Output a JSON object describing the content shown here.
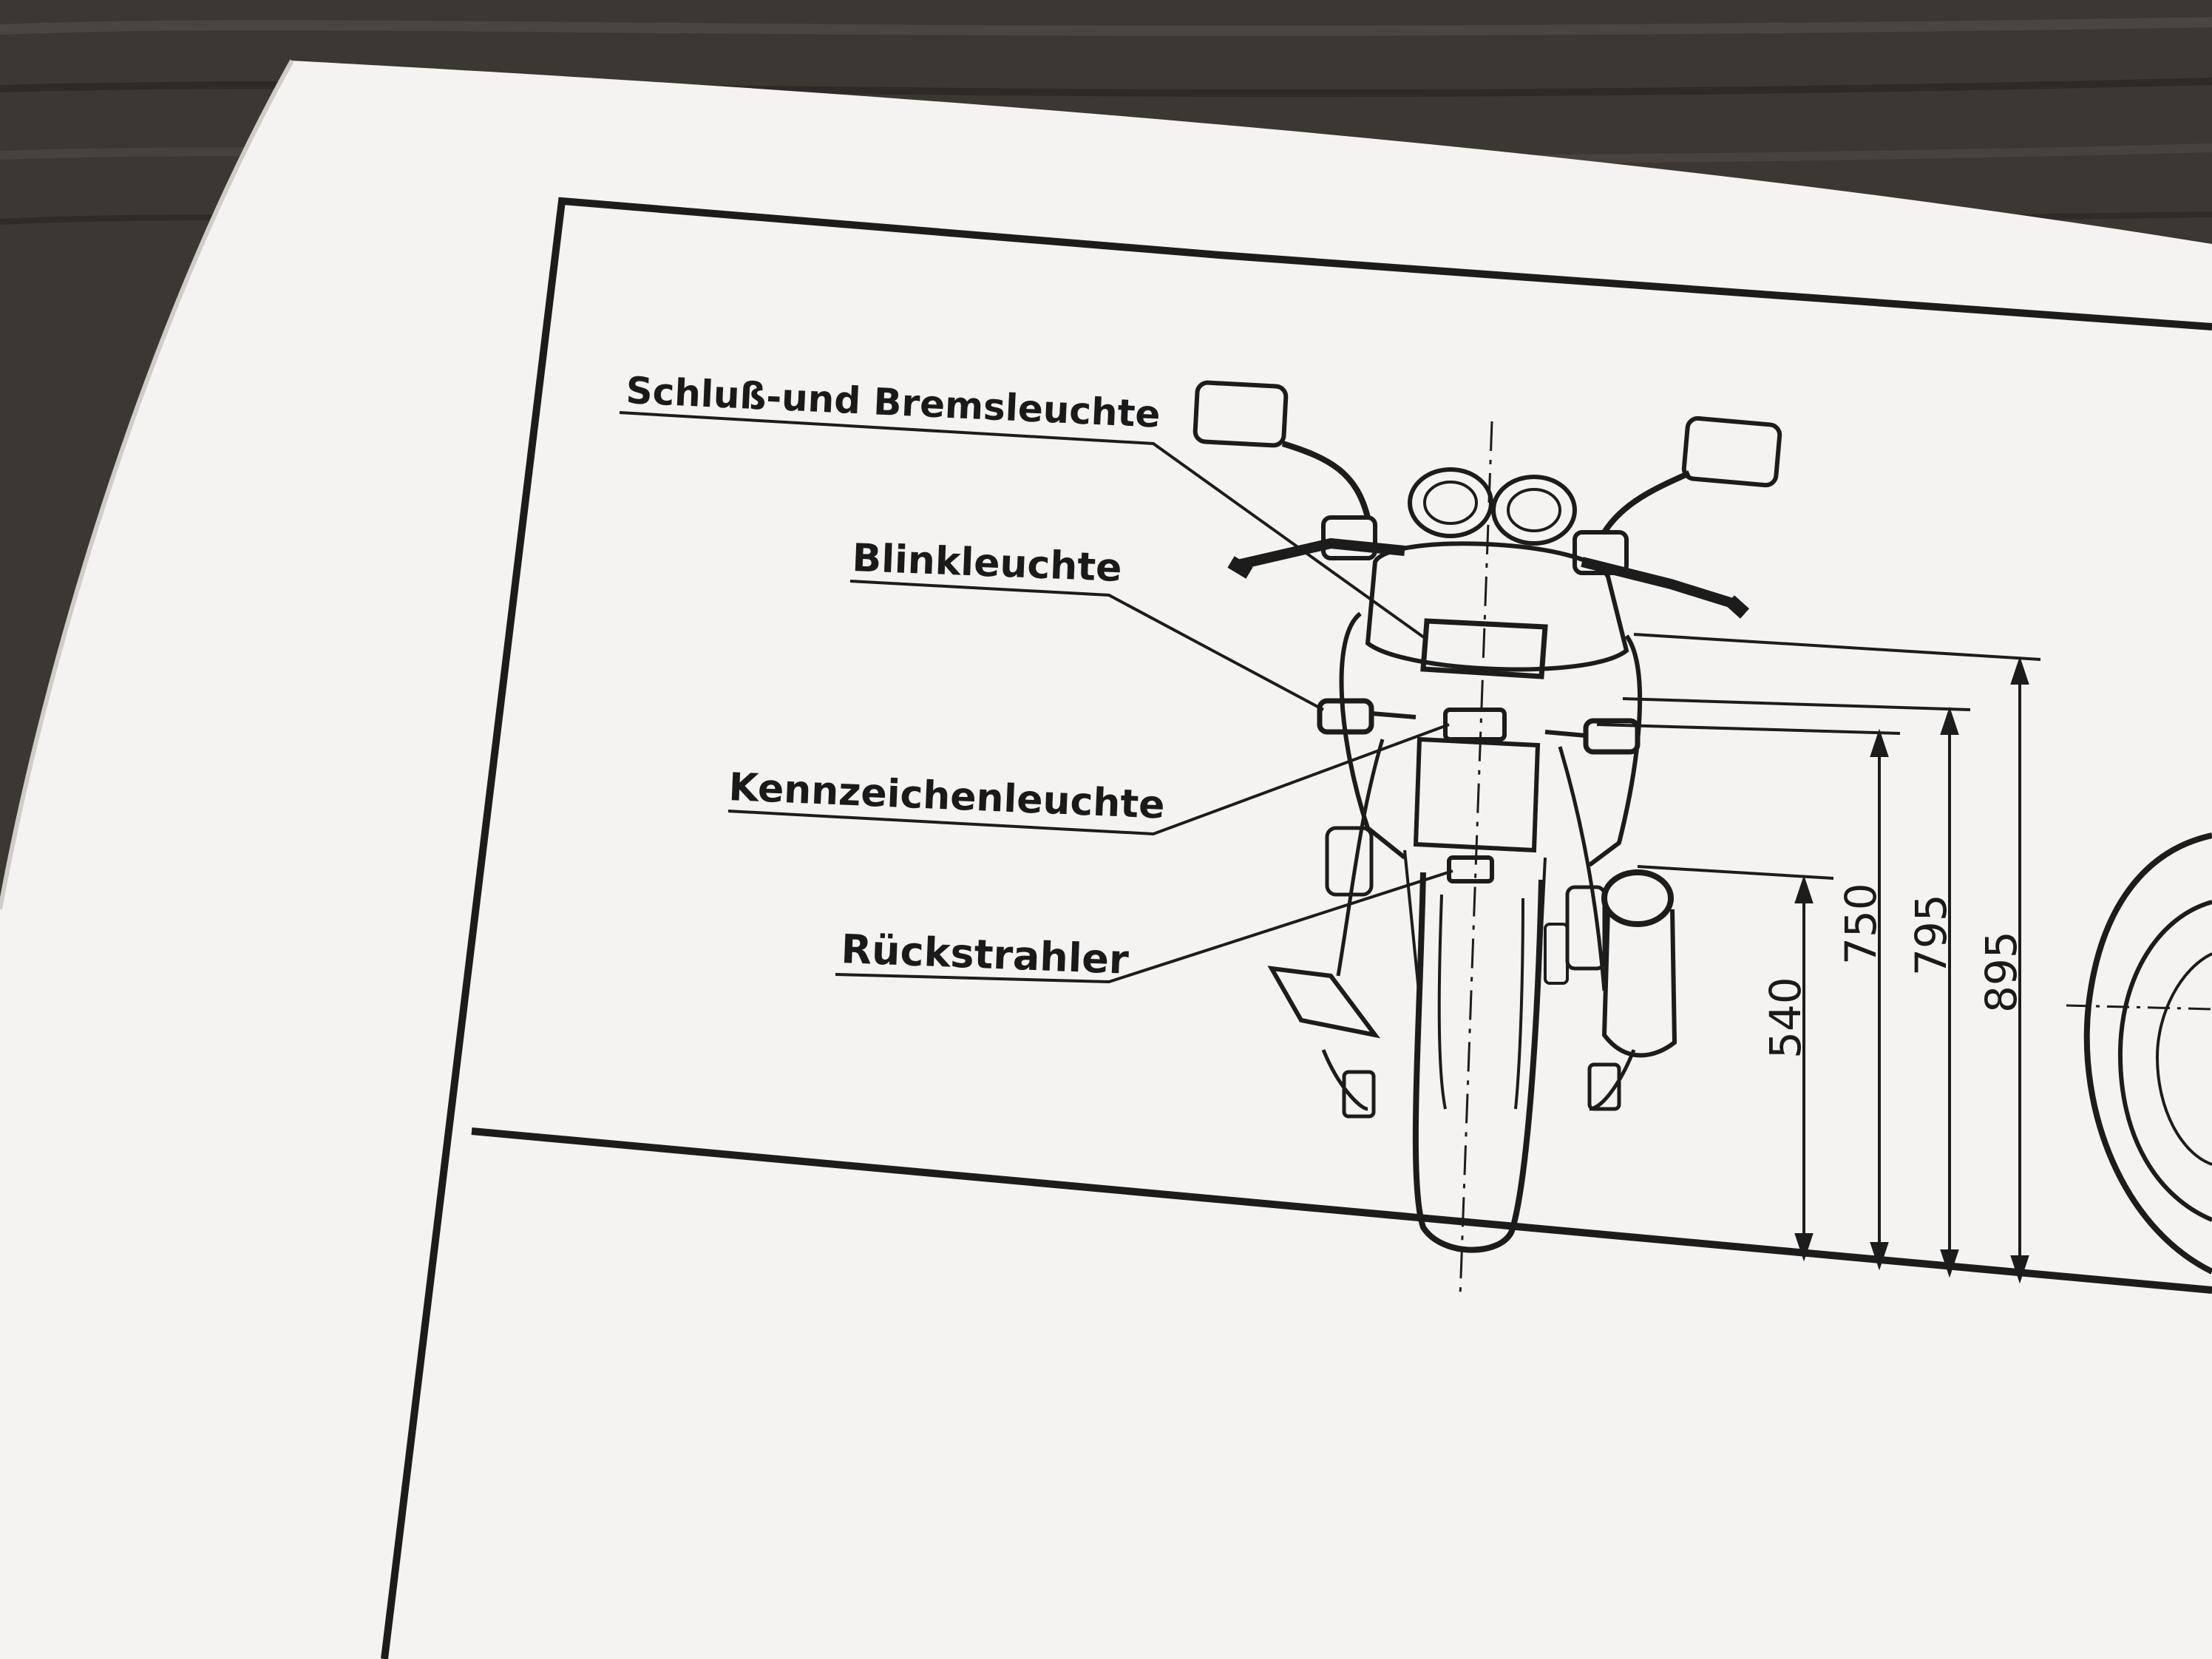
{
  "callouts": {
    "tail_brake_light": "Schluß-und Bremsleuchte",
    "indicator": "Blinkleuchte",
    "license_plate_light": "Kennzeichenleuchte",
    "reflector": "Rückstrahler"
  },
  "dimensions": {
    "reflector_height": "540",
    "plate_light_height": "750",
    "indicator_height": "795",
    "tail_light_height": "895"
  }
}
